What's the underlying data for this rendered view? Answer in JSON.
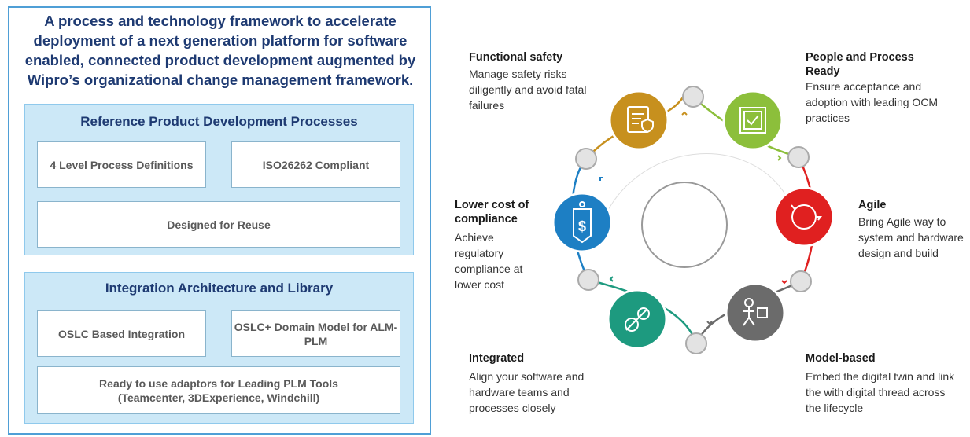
{
  "headline": "A process and technology framework to accelerate deployment of a next generation platform for software enabled, connected product development augmented by Wipro’s organizational change management framework.",
  "reference": {
    "title": "Reference Product Development Processes",
    "box1": "4 Level Process Definitions",
    "box2": "ISO26262 Compliant",
    "box3": "Designed for Reuse"
  },
  "integration": {
    "title": "Integration Architecture and Library",
    "box1": "OSLC Based Integration",
    "box2": "OSLC+ Domain Model for ALM-PLM",
    "box3_line1": "Ready to use adaptors for Leading PLM Tools",
    "box3_line2": "(Teamcenter, 3DExperience, Windchill)"
  },
  "segments": [
    {
      "key": "functional-safety",
      "title": "Functional safety",
      "desc": "Manage safety risks diligently and avoid fatal failures",
      "color": "#c7901e",
      "icon": "shield-document-icon"
    },
    {
      "key": "people-process",
      "title": "People and Process Ready",
      "desc": "Ensure acceptance and adoption with leading OCM practices",
      "color": "#8cbf3b",
      "icon": "checkbox-icon"
    },
    {
      "key": "agile",
      "title": "Agile",
      "desc": "Bring Agile way to system and hardware design and build",
      "color": "#e02020",
      "icon": "agile-cycle-icon"
    },
    {
      "key": "model-based",
      "title": "Model-based",
      "desc": "Embed the digital twin and link the with digital thread across the lifecycle",
      "color": "#6b6b6b",
      "icon": "model-figure-icon"
    },
    {
      "key": "integrated",
      "title": "Integrated",
      "desc": "Align your software and hardware teams and processes closely",
      "color": "#1d9a7f",
      "icon": "gears-icon"
    },
    {
      "key": "lower-cost",
      "title": "Lower cost of compliance",
      "desc": "Achieve regulatory compliance at lower cost",
      "color": "#1d7fc4",
      "icon": "dollar-tag-icon"
    }
  ]
}
